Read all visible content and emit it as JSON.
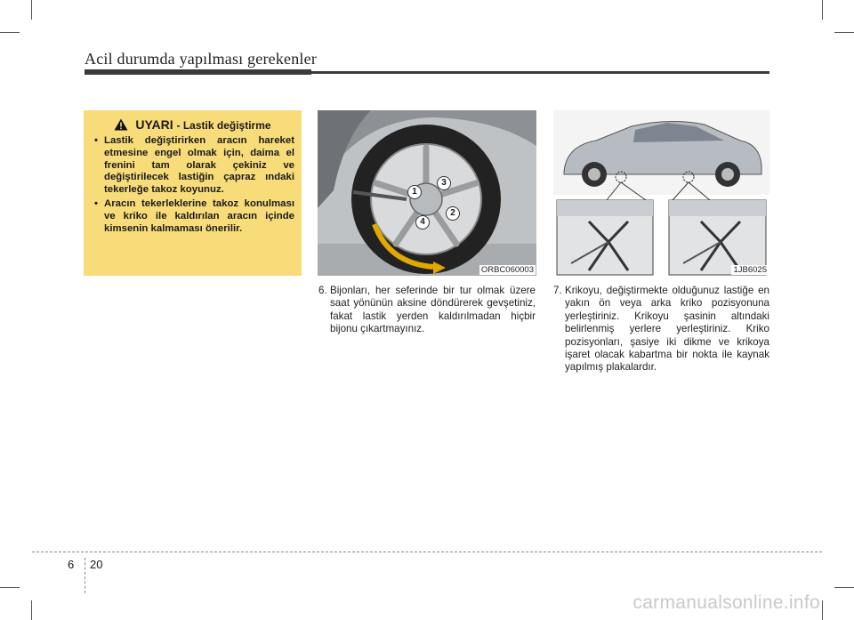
{
  "header": {
    "title": "Acil durumda yapılması gerekenler"
  },
  "warning": {
    "title": "UYARI",
    "subtitle": "- Lastik değiştirme",
    "items": [
      "Lastik değiştirirken aracın hareket etmesine engel olmak için, daima el frenini tam olarak çekiniz ve değiştirilecek lastiğin çapraz ındaki tekerleğe takoz koyunuz.",
      "Aracın tekerleklerine takoz konulması ve kriko ile kaldırılan aracın içinde kimsenin kalmaması önerilir."
    ]
  },
  "figures": {
    "wheel": {
      "code": "ORBC060003",
      "bolts": [
        "1",
        "2",
        "3",
        "4"
      ]
    },
    "jack": {
      "code": "1JB6025"
    }
  },
  "steps": [
    {
      "num": "6.",
      "text": "Bijonları, her seferinde bir tur olmak üzere saat yönünün aksine döndürerek gevşetiniz, fakat lastik yerden kaldırılmadan hiçbir bijonu çıkartmayınız."
    },
    {
      "num": "7.",
      "text": "Krikoyu, değiştirmekte olduğunuz lastiğe en yakın ön veya arka kriko pozisyonuna yerleştiriniz. Krikoyu şasinin altındaki belirlenmiş yerlere yerleştiriniz. Kriko pozisyonları, şasiye iki dikme ve krikoya işaret olacak kabartma bir nokta ile kaynak yapılmış plakalardır."
    }
  ],
  "footer": {
    "chapter": "6",
    "page": "20",
    "watermark": "carmanualsonline.info"
  },
  "colors": {
    "warning_bg": "#f8dc7a",
    "arrow": "#e0a800"
  }
}
